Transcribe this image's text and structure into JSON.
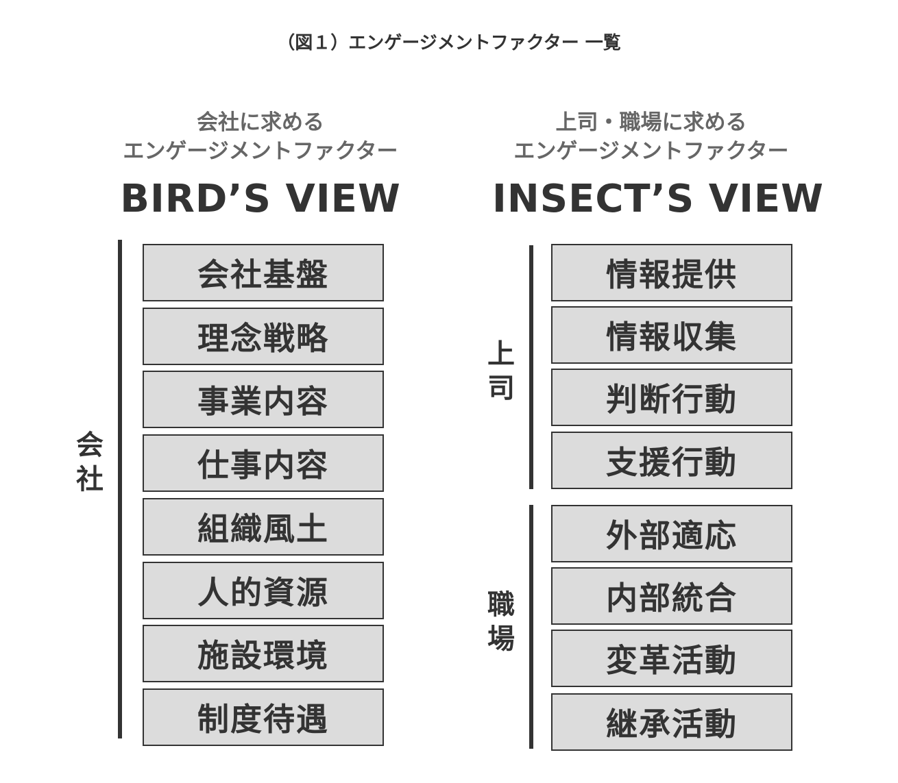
{
  "title": "（図１）エンゲージメントファクター 一覧",
  "left": {
    "subtitle1": "会社に求める",
    "subtitle2": "エンゲージメントファクター",
    "view": "BIRD’S VIEW",
    "group_label": "会社",
    "items": [
      "会社基盤",
      "理念戦略",
      "事業内容",
      "仕事内容",
      "組織風土",
      "人的資源",
      "施設環境",
      "制度待遇"
    ]
  },
  "right": {
    "subtitle1": "上司・職場に求める",
    "subtitle2": "エンゲージメントファクター",
    "view": "INSECT’S VIEW",
    "groups": [
      {
        "label": "上司",
        "items": [
          "情報提供",
          "情報収集",
          "判断行動",
          "支援行動"
        ]
      },
      {
        "label": "職場",
        "items": [
          "外部適応",
          "内部統合",
          "変革活動",
          "継承活動"
        ]
      }
    ]
  }
}
